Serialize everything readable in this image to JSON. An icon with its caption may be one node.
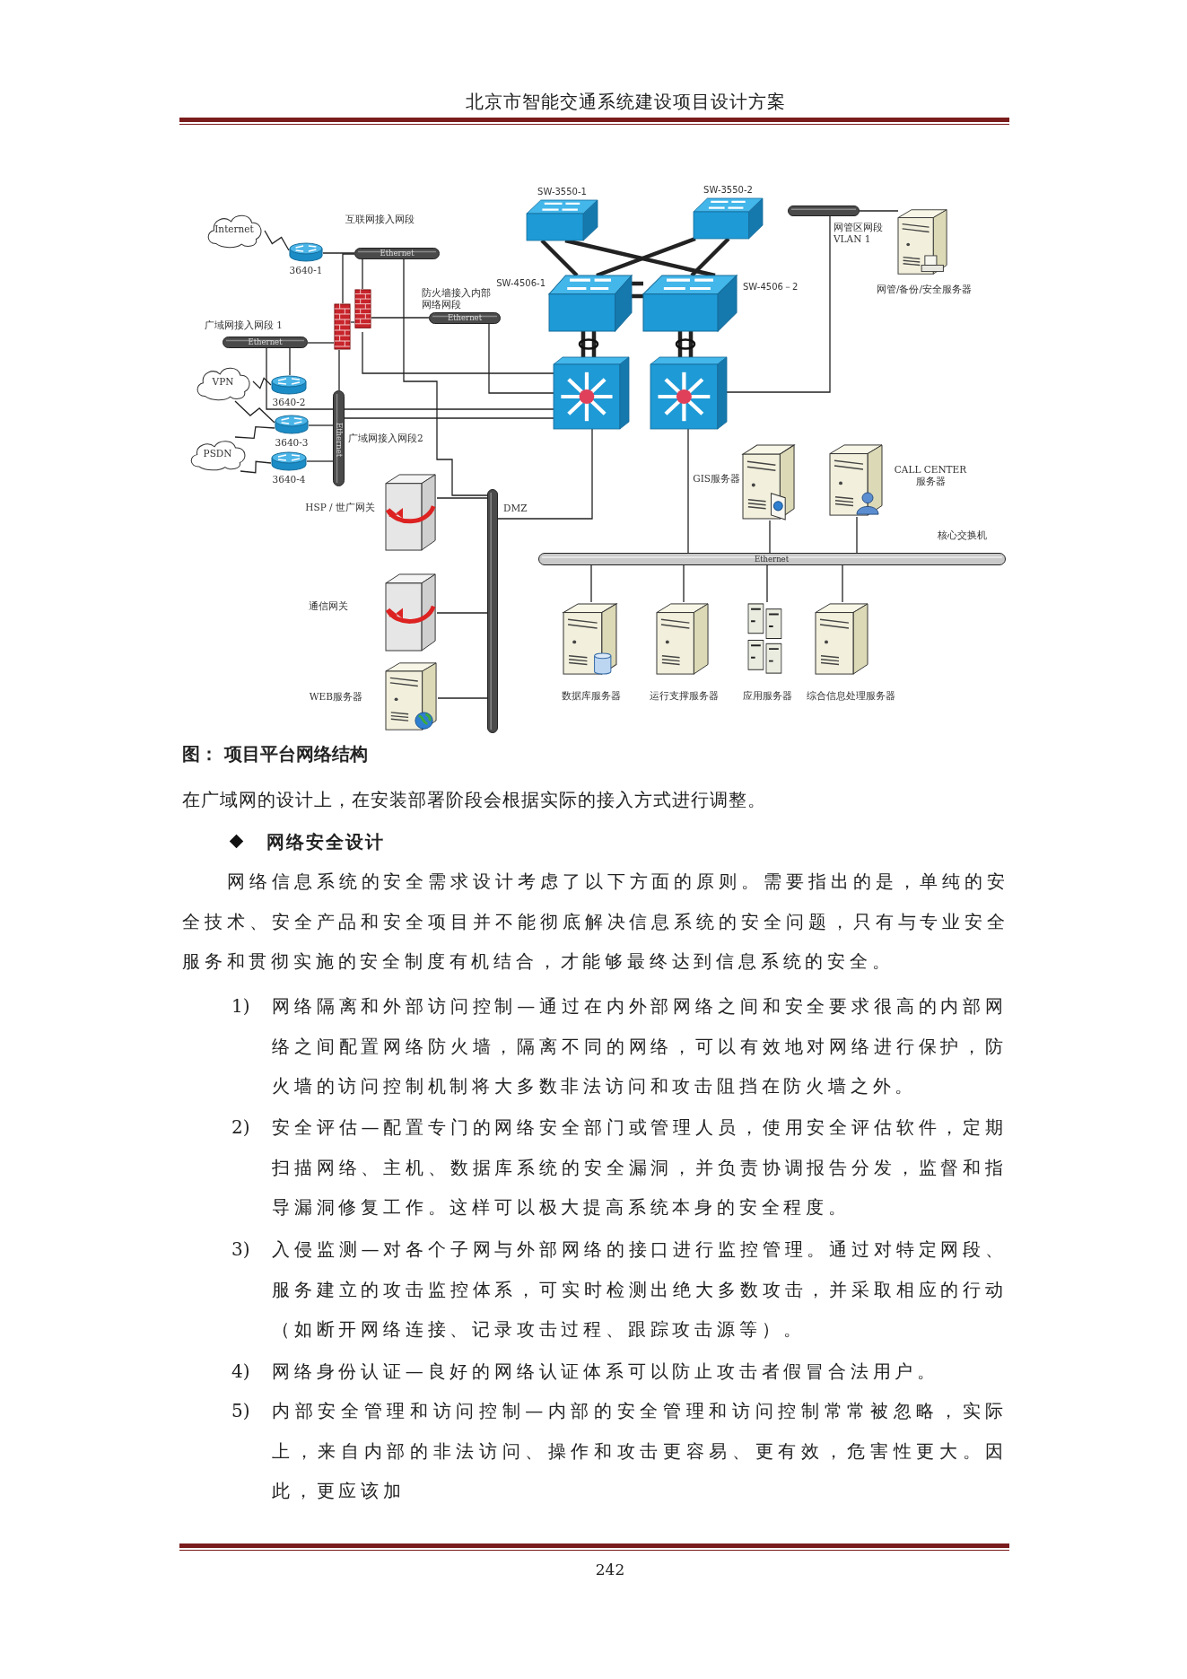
{
  "diagram": {
    "caption": "图： 项目平台网络结构",
    "nodes": [
      {
        "text": [
          "Internet"
        ]
      },
      {
        "text": [
          "3640-1"
        ]
      },
      {
        "text": [
          "Ethernet"
        ],
        "beside": [
          "互联网接入网段"
        ]
      },
      {
        "text": [],
        "shape": "picture"
      },
      {
        "text": [],
        "shape": "picture"
      },
      {
        "text": [
          "Ethernet"
        ],
        "beside": [
          "防火墙接入内部网络网段"
        ]
      },
      {
        "text": [
          "Ethernet"
        ],
        "beside": [
          "广域网接入网段 1"
        ]
      },
      {
        "text": [
          "VPN"
        ]
      },
      {
        "text": [
          "3640-2"
        ]
      },
      {
        "text": [
          "3640-3"
        ]
      },
      {
        "text": [
          "PSDN"
        ]
      },
      {
        "text": [
          "3640-4"
        ]
      },
      {
        "text": [
          "Ethernet"
        ],
        "beside": [
          "广域网接入网段2"
        ]
      },
      {
        "text": [
          "SW-3550-1"
        ]
      },
      {
        "text": [
          "SW-3550-2"
        ]
      },
      {
        "text": [
          "SW-4506-1"
        ]
      },
      {
        "text": [
          "SW-4506－2"
        ]
      },
      {
        "text": [],
        "shape": "picture"
      },
      {
        "text": [],
        "shape": "picture"
      },
      {
        "text": [],
        "shape": "bar",
        "beside": [
          "网管区网段 VLAN 1"
        ]
      },
      {
        "text": [
          "网管/备份/安全服务器"
        ]
      },
      {
        "text": [
          "DMZ"
        ]
      },
      {
        "text": [
          "HSP / 世广网关"
        ]
      },
      {
        "text": [
          "通信网关"
        ]
      },
      {
        "text": [
          "WEB服务器"
        ]
      },
      {
        "text": [
          "Ethernet"
        ],
        "beside": [
          "核心交换机"
        ]
      },
      {
        "text": [
          "GIS服务器"
        ]
      },
      {
        "text": [
          "CALL CENTER 服务器"
        ]
      },
      {
        "text": [
          "数据库服务器"
        ]
      },
      {
        "text": [
          "运行支撑服务器"
        ]
      },
      {
        "text": [
          "应用服务器"
        ]
      },
      {
        "text": [
          "综合信息处理服务器"
        ]
      }
    ],
    "edges": [
      {
        "from": 0,
        "to": 1,
        "arrow": "none"
      },
      {
        "from": 1,
        "to": 2,
        "arrow": "none"
      },
      {
        "from": 2,
        "to": 3,
        "arrow": "none"
      },
      {
        "from": 2,
        "to": 4,
        "arrow": "none"
      },
      {
        "from": 3,
        "to": 4,
        "arrow": "none"
      },
      {
        "from": 4,
        "to": 5,
        "arrow": "none"
      },
      {
        "from": 6,
        "to": 3,
        "arrow": "none"
      },
      {
        "from": 3,
        "to": 12,
        "arrow": "none"
      },
      {
        "from": 4,
        "to": 17,
        "arrow": "none"
      },
      {
        "from": 2,
        "to": 21,
        "arrow": "none"
      },
      {
        "from": 5,
        "to": 17,
        "arrow": "none"
      },
      {
        "from": 6,
        "to": 8,
        "arrow": "none"
      },
      {
        "from": 6,
        "to": 17,
        "arrow": "none"
      },
      {
        "from": 7,
        "to": 8,
        "arrow": "none"
      },
      {
        "from": 7,
        "to": 9,
        "arrow": "none"
      },
      {
        "from": 10,
        "to": 9,
        "arrow": "none"
      },
      {
        "from": 10,
        "to": 11,
        "arrow": "none"
      },
      {
        "from": 9,
        "to": 12,
        "arrow": "none"
      },
      {
        "from": 11,
        "to": 12,
        "arrow": "none"
      },
      {
        "from": 12,
        "to": 17,
        "arrow": "none"
      },
      {
        "from": 13,
        "to": 15,
        "arrow": "none",
        "style": "thick"
      },
      {
        "from": 13,
        "to": 16,
        "arrow": "none",
        "style": "thick"
      },
      {
        "from": 14,
        "to": 15,
        "arrow": "none",
        "style": "thick"
      },
      {
        "from": 14,
        "to": 16,
        "arrow": "none",
        "style": "thick"
      },
      {
        "from": 15,
        "to": 16,
        "arrow": "none",
        "style": "thick"
      },
      {
        "from": 15,
        "to": 17,
        "arrow": "none",
        "style": "thick"
      },
      {
        "from": 16,
        "to": 18,
        "arrow": "none",
        "style": "thick"
      },
      {
        "from": 18,
        "to": 19,
        "arrow": "none"
      },
      {
        "from": 19,
        "to": 20,
        "arrow": "none"
      },
      {
        "from": 17,
        "to": 21,
        "arrow": "none"
      },
      {
        "from": 21,
        "to": 22,
        "arrow": "none"
      },
      {
        "from": 21,
        "to": 23,
        "arrow": "none"
      },
      {
        "from": 21,
        "to": 24,
        "arrow": "none"
      },
      {
        "from": 18,
        "to": 25,
        "arrow": "none"
      },
      {
        "from": 26,
        "to": 25,
        "arrow": "none"
      },
      {
        "from": 27,
        "to": 25,
        "arrow": "none"
      },
      {
        "from": 25,
        "to": 28,
        "arrow": "none"
      },
      {
        "from": 25,
        "to": 29,
        "arrow": "none"
      },
      {
        "from": 25,
        "to": 30,
        "arrow": "none"
      },
      {
        "from": 25,
        "to": 31,
        "arrow": "none"
      }
    ],
    "labels": [
      "北京市智能交通系统建设项目设计方案",
      "在广域网的设计上，在安装部署阶段会根据实际的接入方式进行调整。",
      "网络安全设计",
      "网络信息系统的安全需求设计考虑了以下方面的原则。需要指出的是，单纯的安全技术、安全产品和安全项目并不能彻底解决信息系统的安全问题，只有与专业安全服务和贯彻实施的安全制度有机结合，才能够最终达到信息系统的安全。",
      "1)",
      "网络隔离和外部访问控制—通过在内外部网络之间和安全要求很高的内部网络之间配置网络防火墙，隔离不同的网络，可以有效地对网络进行保护，防火墙的访问控制机制将大多数非法访问和攻击阻挡在防火墙之外。",
      "2)",
      "安全评估—配置专门的网络安全部门或管理人员，使用安全评估软件，定期扫描网络、主机、数据库系统的安全漏洞，并负责协调报告分发，监督和指导漏洞修复工作。这样可以极大提高系统本身的安全程度。",
      "3)",
      "入侵监测—对各个子网与外部网络的接口进行监控管理。通过对特定网段、服务建立的攻击监控体系，可实时检测出绝大多数攻击，并采取相应的行动（如断开网络连接、记录攻击过程、跟踪攻击源等）。",
      "4)",
      "网络身份认证—良好的网络认证体系可以防止攻击者假冒合法用户。",
      "5)",
      "内部安全管理和访问控制—内部的安全管理和访问控制常常被忽略，实际上，来自内部的非法访问、操作和攻击更容易、更有效，危害性更大。因此，更应该加",
      "242"
    ]
  }
}
